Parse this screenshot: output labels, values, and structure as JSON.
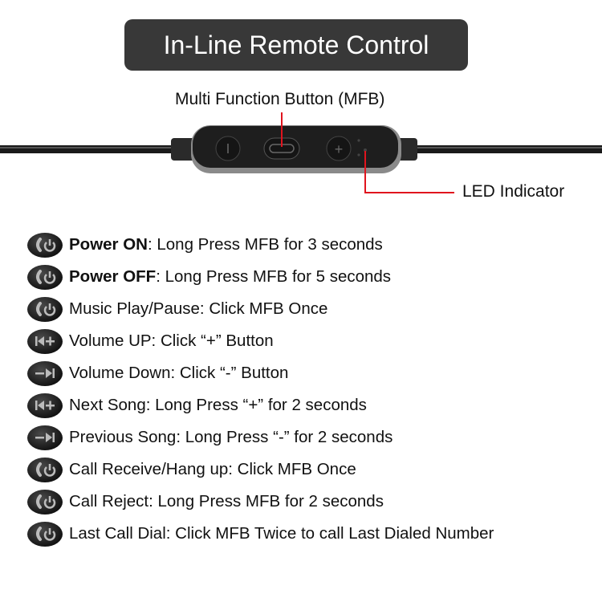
{
  "title": "In-Line Remote Control",
  "labels": {
    "mfb": "Multi Function Button (MFB)",
    "led": "LED Indicator"
  },
  "colors": {
    "pointer": "#e0141e",
    "title_bg": "#383838"
  },
  "rows": [
    {
      "icon": "call-power-icon",
      "bold": "Power ON",
      "text": ": Long Press MFB for 3 seconds"
    },
    {
      "icon": "call-power-icon",
      "bold": "Power OFF",
      "text": ": Long Press MFB for 5 seconds"
    },
    {
      "icon": "call-power-icon",
      "bold": "",
      "text": "Music Play/Pause: Click MFB Once"
    },
    {
      "icon": "prev-plus-icon",
      "bold": "",
      "text": "Volume UP: Click “+” Button"
    },
    {
      "icon": "minus-next-icon",
      "bold": "",
      "text": "Volume Down: Click “-” Button"
    },
    {
      "icon": "prev-plus-icon",
      "bold": "",
      "text": "Next Song: Long Press “+” for 2 seconds"
    },
    {
      "icon": "minus-next-icon",
      "bold": "",
      "text": "Previous Song: Long Press “-” for 2 seconds"
    },
    {
      "icon": "call-power-icon",
      "bold": "",
      "text": "Call Receive/Hang up: Click MFB Once"
    },
    {
      "icon": "call-power-icon",
      "bold": "",
      "text": "Call Reject: Long Press MFB for 2 seconds"
    },
    {
      "icon": "call-power-icon",
      "bold": "",
      "text": "Last Call Dial: Click MFB Twice to call Last Dialed Number"
    }
  ]
}
